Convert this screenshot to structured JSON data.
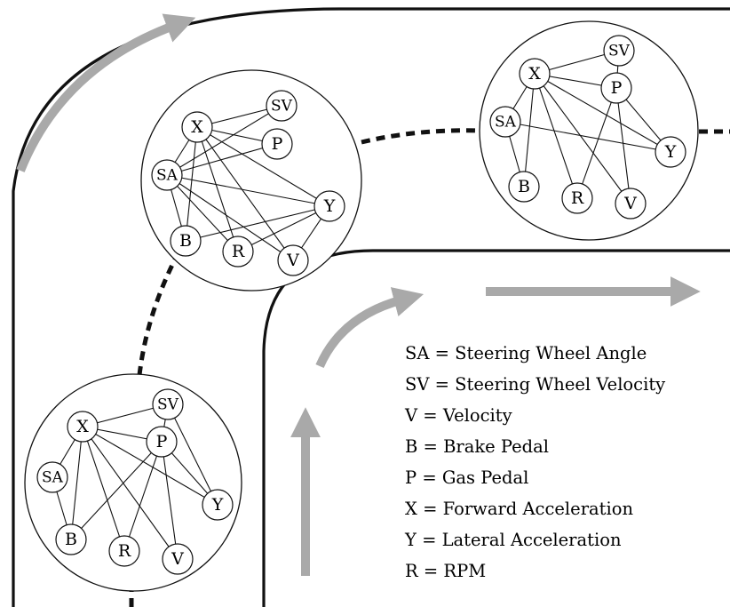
{
  "colors": {
    "road": "#111111",
    "arrow": "#a9a9a9",
    "graph_line": "#111111"
  },
  "node_labels": {
    "X": "X",
    "SV": "SV",
    "P": "P",
    "SA": "SA",
    "Y": "Y",
    "B": "B",
    "R": "R",
    "V": "V"
  },
  "graphs": [
    {
      "id": "graph-1",
      "edges": [
        [
          "X",
          "SV"
        ],
        [
          "X",
          "P"
        ],
        [
          "X",
          "SA"
        ],
        [
          "X",
          "Y"
        ],
        [
          "X",
          "B"
        ],
        [
          "X",
          "R"
        ],
        [
          "X",
          "V"
        ],
        [
          "SA",
          "SV"
        ],
        [
          "SA",
          "P"
        ],
        [
          "SA",
          "Y"
        ],
        [
          "SA",
          "B"
        ],
        [
          "SA",
          "R"
        ],
        [
          "SA",
          "V"
        ],
        [
          "B",
          "Y"
        ],
        [
          "R",
          "Y"
        ],
        [
          "V",
          "Y"
        ]
      ]
    },
    {
      "id": "graph-2",
      "edges": [
        [
          "X",
          "SV"
        ],
        [
          "X",
          "P"
        ],
        [
          "X",
          "SA"
        ],
        [
          "X",
          "Y"
        ],
        [
          "X",
          "B"
        ],
        [
          "X",
          "R"
        ],
        [
          "X",
          "V"
        ],
        [
          "P",
          "SV"
        ],
        [
          "P",
          "Y"
        ],
        [
          "P",
          "R"
        ],
        [
          "P",
          "V"
        ],
        [
          "SA",
          "B"
        ],
        [
          "SA",
          "Y"
        ]
      ]
    },
    {
      "id": "graph-3",
      "edges": [
        [
          "X",
          "SV"
        ],
        [
          "X",
          "P"
        ],
        [
          "X",
          "SA"
        ],
        [
          "X",
          "Y"
        ],
        [
          "X",
          "B"
        ],
        [
          "X",
          "R"
        ],
        [
          "X",
          "V"
        ],
        [
          "P",
          "SV"
        ],
        [
          "P",
          "Y"
        ],
        [
          "P",
          "B"
        ],
        [
          "P",
          "R"
        ],
        [
          "P",
          "V"
        ],
        [
          "SV",
          "Y"
        ],
        [
          "SA",
          "B"
        ]
      ]
    }
  ],
  "legend": [
    "SA = Steering Wheel Angle",
    "SV = Steering Wheel Velocity",
    "V = Velocity",
    "B = Brake Pedal",
    "P = Gas Pedal",
    "X = Forward Acceleration",
    "Y = Lateral Acceleration",
    "R = RPM"
  ]
}
